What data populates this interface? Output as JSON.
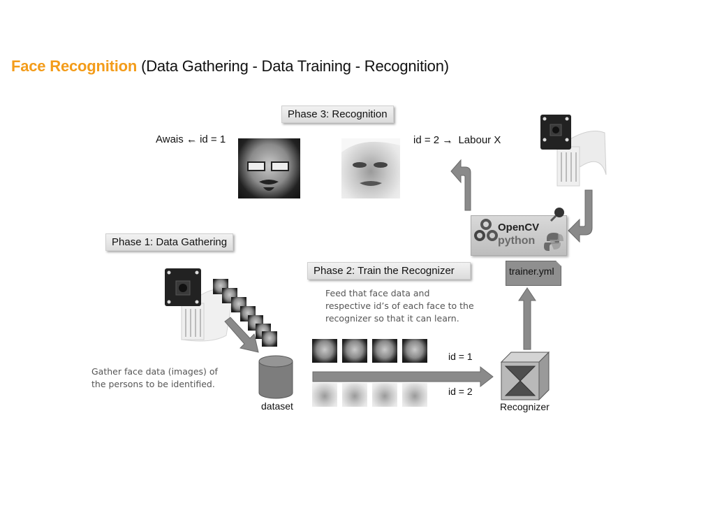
{
  "title": {
    "accent": "Face Recognition",
    "rest": " (Data Gathering - Data Training - Recognition)",
    "accent_color": "#f39c1a"
  },
  "phase1": {
    "label": "Phase 1: Data Gathering",
    "description_line1": "Gather face data (images) of",
    "description_line2": "the persons to be identified.",
    "dataset_label": "dataset",
    "camera_icon": "raspberry-pi-camera-icon"
  },
  "phase2": {
    "label": "Phase 2: Train the Recognizer",
    "description_line1": "Feed that face data and",
    "description_line2": "respective id’s of each face to the",
    "description_line3": "recognizer so that it can learn.",
    "id1_label": "id = 1",
    "id2_label": "id = 2",
    "recognizer_label": "Recognizer",
    "trainer_file": "trainer.yml"
  },
  "phase3": {
    "label": "Phase 3: Recognition",
    "left_result_name": "Awais",
    "left_result_arrow": "←",
    "left_result_id": "id = 1",
    "right_result_id": "id = 2",
    "right_result_arrow": "→",
    "right_result_name": "Labour X"
  },
  "opencv_logo": {
    "line1": "OpenCV",
    "line2": "python"
  }
}
